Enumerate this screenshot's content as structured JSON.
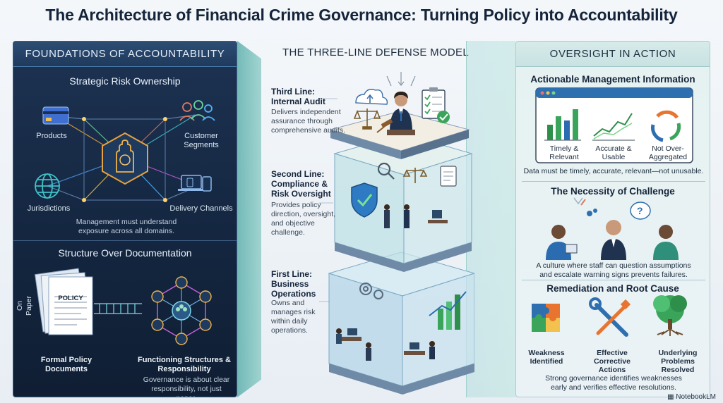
{
  "title": "The Architecture of Financial Crime Governance: Turning Policy into Accountability",
  "left": {
    "heading": "FOUNDATIONS OF ACCOUNTABILITY",
    "strategic": {
      "title": "Strategic Risk Ownership",
      "nodes": [
        "Products",
        "Customer Segments",
        "Jurisdictions",
        "Delivery Channels"
      ],
      "caption": "Management must understand exposure across all domains."
    },
    "structure": {
      "title": "Structure Over Documentation",
      "on_paper": "On Paper",
      "policy_label": "POLICY",
      "formal": "Formal Policy Documents",
      "functioning": "Functioning Structures & Responsibility",
      "caption": "Governance is about clear responsibility, not just paper."
    }
  },
  "center": {
    "title": "THE THREE-LINE DEFENSE MODEL",
    "lines": [
      {
        "title": "Third Line: Internal Audit",
        "desc": "Delivers independent assurance through comprehensive audits."
      },
      {
        "title": "Second Line: Compliance & Risk Oversight",
        "desc": "Provides policy direction, oversight, and objective challenge."
      },
      {
        "title": "First Line: Business Operations",
        "desc": "Owns and manages risk within daily operations."
      }
    ]
  },
  "right": {
    "heading": "OVERSIGHT IN ACTION",
    "mi": {
      "title": "Actionable Management Information",
      "items": [
        "Timely & Relevant",
        "Accurate & Usable",
        "Not Over-Aggregated"
      ],
      "caption": "Data must be timely, accurate, relevant—not unusable."
    },
    "challenge": {
      "title": "The Necessity of Challenge",
      "caption": "A culture where staff can question assumptions and escalate warning signs prevents failures."
    },
    "remediation": {
      "title": "Remediation and Root Cause",
      "items": [
        "Weakness Identified",
        "Effective Corrective Actions",
        "Underlying Problems Resolved"
      ],
      "caption": "Strong governance identifies weaknesses early and verifies effective resolutions."
    }
  },
  "brand": "NotebookLM",
  "colors": {
    "navy": "#142640",
    "teal": "#4aa7a3",
    "accent_blue": "#2e6fb0",
    "green": "#3aa55a"
  }
}
